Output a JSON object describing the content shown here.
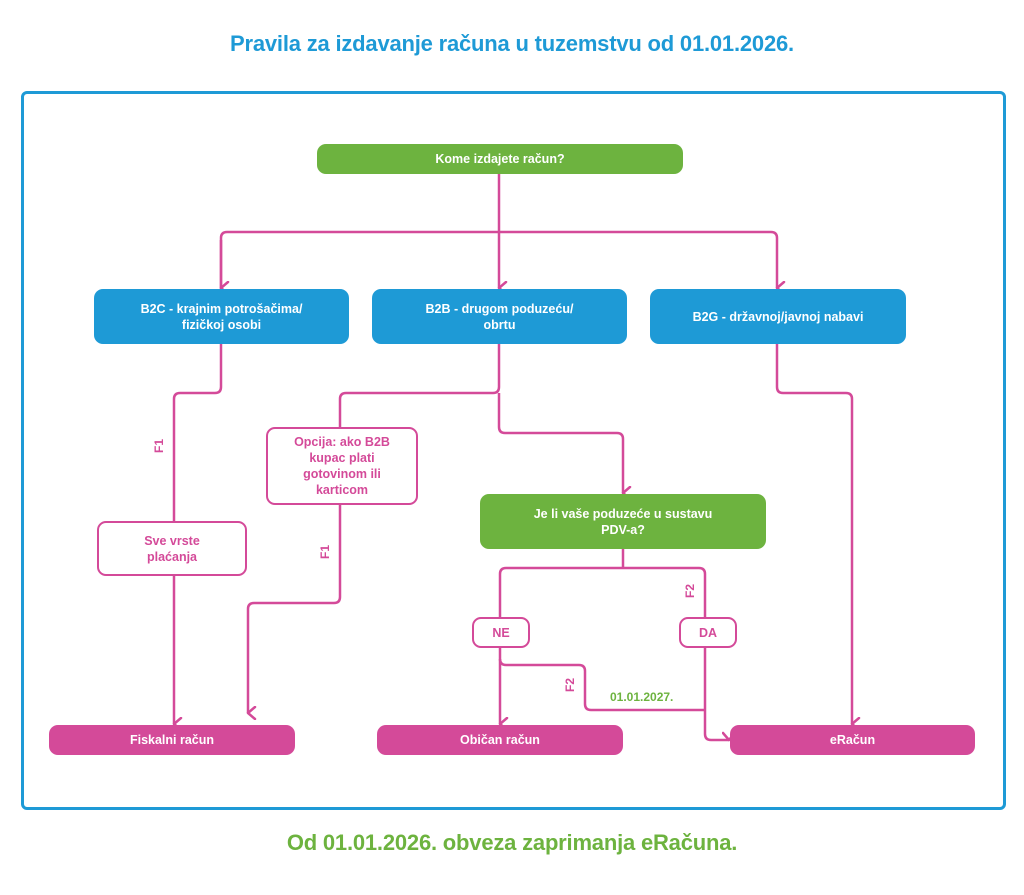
{
  "title": "Pravila za izdavanje računa u tuzemstvu od 01.01.2026.",
  "footer": "Od 01.01.2026. obveza zaprimanja eRačuna.",
  "colors": {
    "blue": "#1e9ad6",
    "green": "#6db33f",
    "pink": "#d44a99"
  },
  "nodes": {
    "root": "Kome izdajete račun?",
    "b2c": "B2C - krajnim potrošačima/ fizičkoj osobi",
    "b2b": "B2B - drugom poduzeću/ obrtu",
    "b2g": "B2G - državnoj/javnoj nabavi",
    "sve_vrste": "Sve vrste plaćanja",
    "opcija": "Opcija: ako B2B kupac plati gotovinom ili karticom",
    "pdv_question": "Je li  vaše poduzeće u sustavu PDV-a?",
    "ne": "NE",
    "da": "DA",
    "fiskalni": "Fiskalni račun",
    "obican": "Običan račun",
    "eracun": "eRačun"
  },
  "edge_labels": {
    "f1_b2c": "F1",
    "f1_opcija": "F1",
    "f2_da": "F2",
    "f2_ne": "F2",
    "date_2027": "01.01.2027."
  }
}
